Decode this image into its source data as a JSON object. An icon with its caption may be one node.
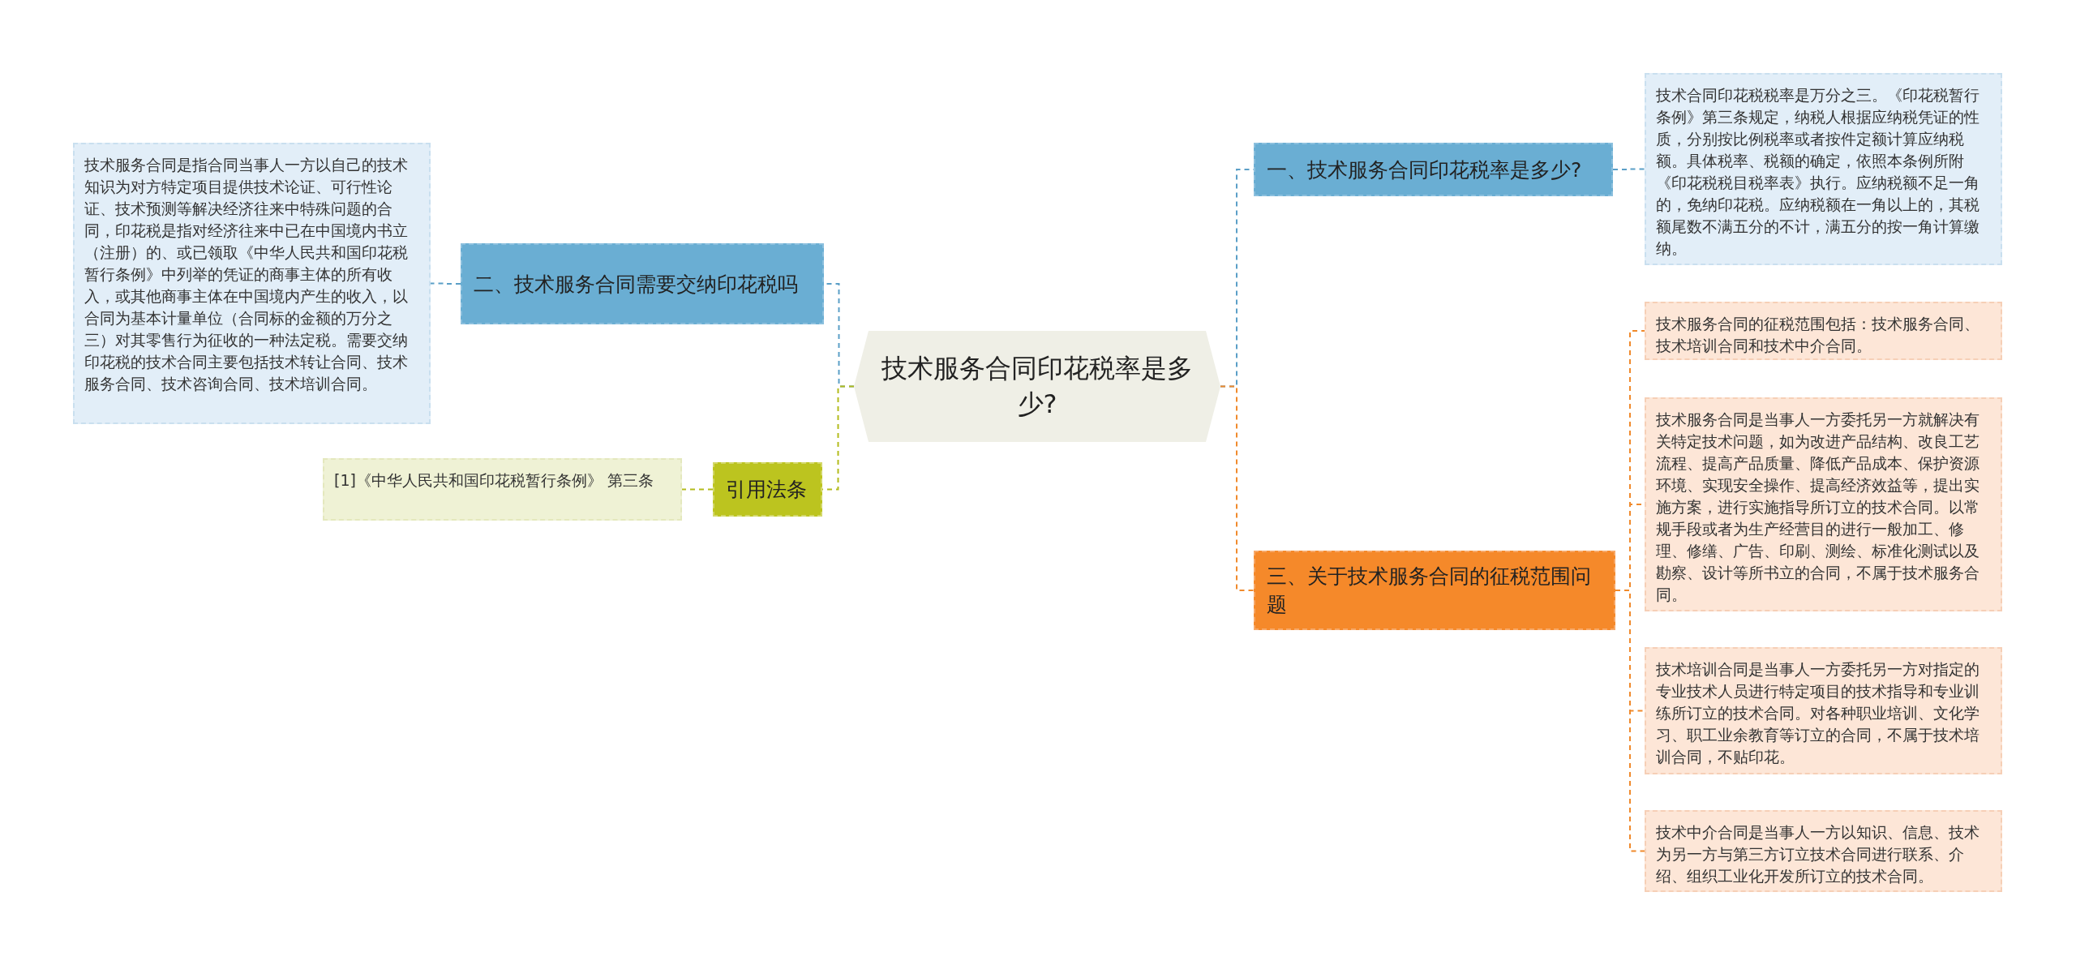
{
  "diagram": {
    "nodes": [
      {
        "text": [
          "技术服务合同印花税率是多少?"
        ]
      },
      {
        "text": [
          "一、技术服务合同印花税率是多少?"
        ]
      },
      {
        "text": [
          "技术合同印花税税率是万分之三。《印花税暂行条例》第三条规定，纳税人根据应纳税凭证的性质，分别按比例税率或者按件定额计算应纳税额。具体税率、税额的确定，依照本条例所附《印花税税目税率表》执行。应纳税额不足一角的，免纳印花税。应纳税额在一角以上的，其税额尾数不满五分的不计，满五分的按一角计算缴纳。"
        ]
      },
      {
        "text": [
          "二、技术服务合同需要交纳印花税吗"
        ]
      },
      {
        "text": [
          "技术服务合同是指合同当事人一方以自己的技术知识为对方特定项目提供技术论证、可行性论证、技术预测等解决经济往来中特殊问题的合同，印花税是指对经济往来中已在中国境内书立（注册）的、或已领取《中华人民共和国印花税暂行条例》中列举的凭证的商事主体的所有收入，或其他商事主体在中国境内产生的收入，以合同为基本计量单位（合同标的金额的万分之三）对其零售行为征收的一种法定税。需要交纳印花税的技术合同主要包括技术转让合同、技术服务合同、技术咨询合同、技术培训合同。"
        ]
      },
      {
        "text": [
          "引用法条"
        ]
      },
      {
        "text": [
          "[1]《中华人民共和国印花税暂行条例》 第三条"
        ]
      },
      {
        "text": [
          "三、关于技术服务合同的征税范围问题"
        ]
      },
      {
        "text": [
          "技术服务合同的征税范围包括：技术服务合同、技术培训合同和技术中介合同。"
        ]
      },
      {
        "text": [
          "技术服务合同是当事人一方委托另一方就解决有关特定技术问题，如为改进产品结构、改良工艺流程、提高产品质量、降低产品成本、保护资源环境、实现安全操作、提高经济效益等，提出实施方案，进行实施指导所订立的技术合同。以常规手段或者为生产经营目的进行一般加工、修理、修缮、广告、印刷、测绘、标准化测试以及勘察、设计等所书立的合同，不属于技术服务合同。"
        ]
      },
      {
        "text": [
          "技术培训合同是当事人一方委托另一方对指定的专业技术人员进行特定项目的技术指导和专业训练所订立的技术合同。对各种职业培训、文化学习、职工业余教育等订立的合同，不属于技术培训合同，不贴印花。"
        ]
      },
      {
        "text": [
          "技术中介合同是当事人一方以知识、信息、技术为另一方与第三方订立技术合同进行联系、介绍、组织工业化开发所订立的技术合同。"
        ]
      }
    ],
    "edges": [
      {
        "from": 0,
        "to": 1,
        "arrow": "none",
        "color": "#5b9fc7"
      },
      {
        "from": 1,
        "to": 2,
        "arrow": "none",
        "color": "#5b9fc7"
      },
      {
        "from": 0,
        "to": 3,
        "arrow": "none",
        "color": "#5b9fc7"
      },
      {
        "from": 3,
        "to": 4,
        "arrow": "none",
        "color": "#5b9fc7"
      },
      {
        "from": 0,
        "to": 5,
        "arrow": "none",
        "color": "#b3bb1c"
      },
      {
        "from": 5,
        "to": 6,
        "arrow": "none",
        "color": "#b3bb1c"
      },
      {
        "from": 0,
        "to": 7,
        "arrow": "none"
      },
      {
        "from": 7,
        "to": 8,
        "arrow": "none"
      },
      {
        "from": 7,
        "to": 9,
        "arrow": "none"
      },
      {
        "from": 7,
        "to": 10,
        "arrow": "none"
      },
      {
        "from": 7,
        "to": 11,
        "arrow": "none"
      }
    ]
  }
}
